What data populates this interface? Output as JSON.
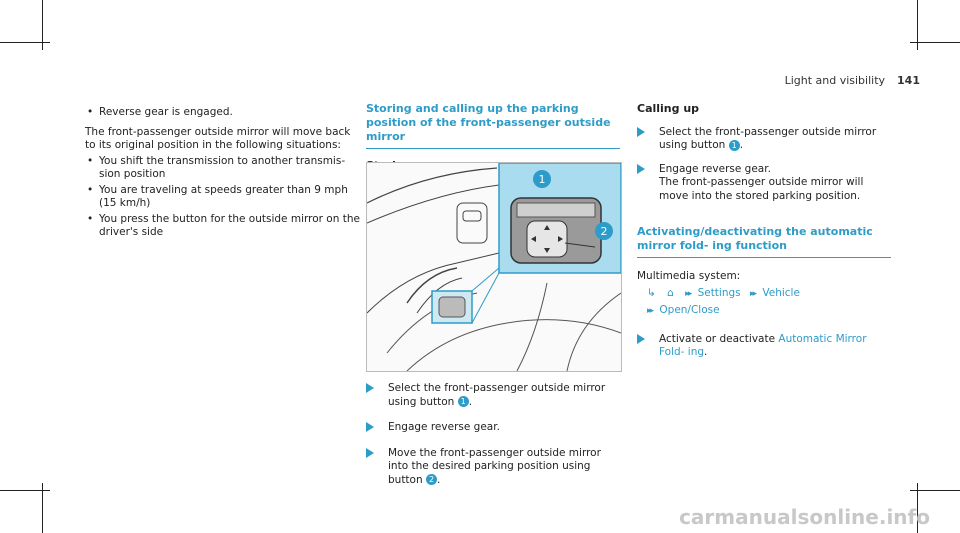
{
  "header": {
    "section": "Light and visibility",
    "page_number": "141"
  },
  "col1": {
    "bullet_reverse": "Reverse gear is engaged.",
    "intro": "The front-passenger outside mirror will move back to its original position in the following situations:",
    "bullets": [
      "You shift the transmission to another transmis- sion position",
      "You are traveling at speeds greater than 9 mph (15 km/h)",
      "You press the button for the outside mirror on the driver's side"
    ]
  },
  "col2": {
    "heading": "Storing and calling up the parking position of the front-passenger outside mirror",
    "subheading": "Storing",
    "figure_callouts": [
      "1",
      "2"
    ],
    "steps": [
      {
        "text": "Select the front-passenger outside mirror using button",
        "badge": "1",
        "end": "."
      },
      {
        "text": "Engage reverse gear.",
        "badge": "",
        "end": ""
      },
      {
        "text": "Move the front-passenger outside mirror into the desired parking position using button",
        "badge": "2",
        "end": "."
      }
    ]
  },
  "col3": {
    "subheading": "Calling up",
    "step1": {
      "text": "Select the front-passenger outside mirror using button",
      "badge": "1",
      "end": "."
    },
    "step2_line1": "Engage reverse gear.",
    "step2_line2": "The front-passenger outside mirror will move into the stored parking position.",
    "heading": "Activating/deactivating the automatic mirror fold- ing function",
    "multimedia_label": "Multimedia system:",
    "path": {
      "settings": "Settings",
      "vehicle": "Vehicle",
      "open_close": "Open/Close"
    },
    "activate_prefix": "Activate or deactivate",
    "activate_link": "Automatic Mirror Fold- ing",
    "activate_end": "."
  },
  "watermark": "carmanualsonline.info",
  "colors": {
    "accent": "#2e9cc8"
  }
}
